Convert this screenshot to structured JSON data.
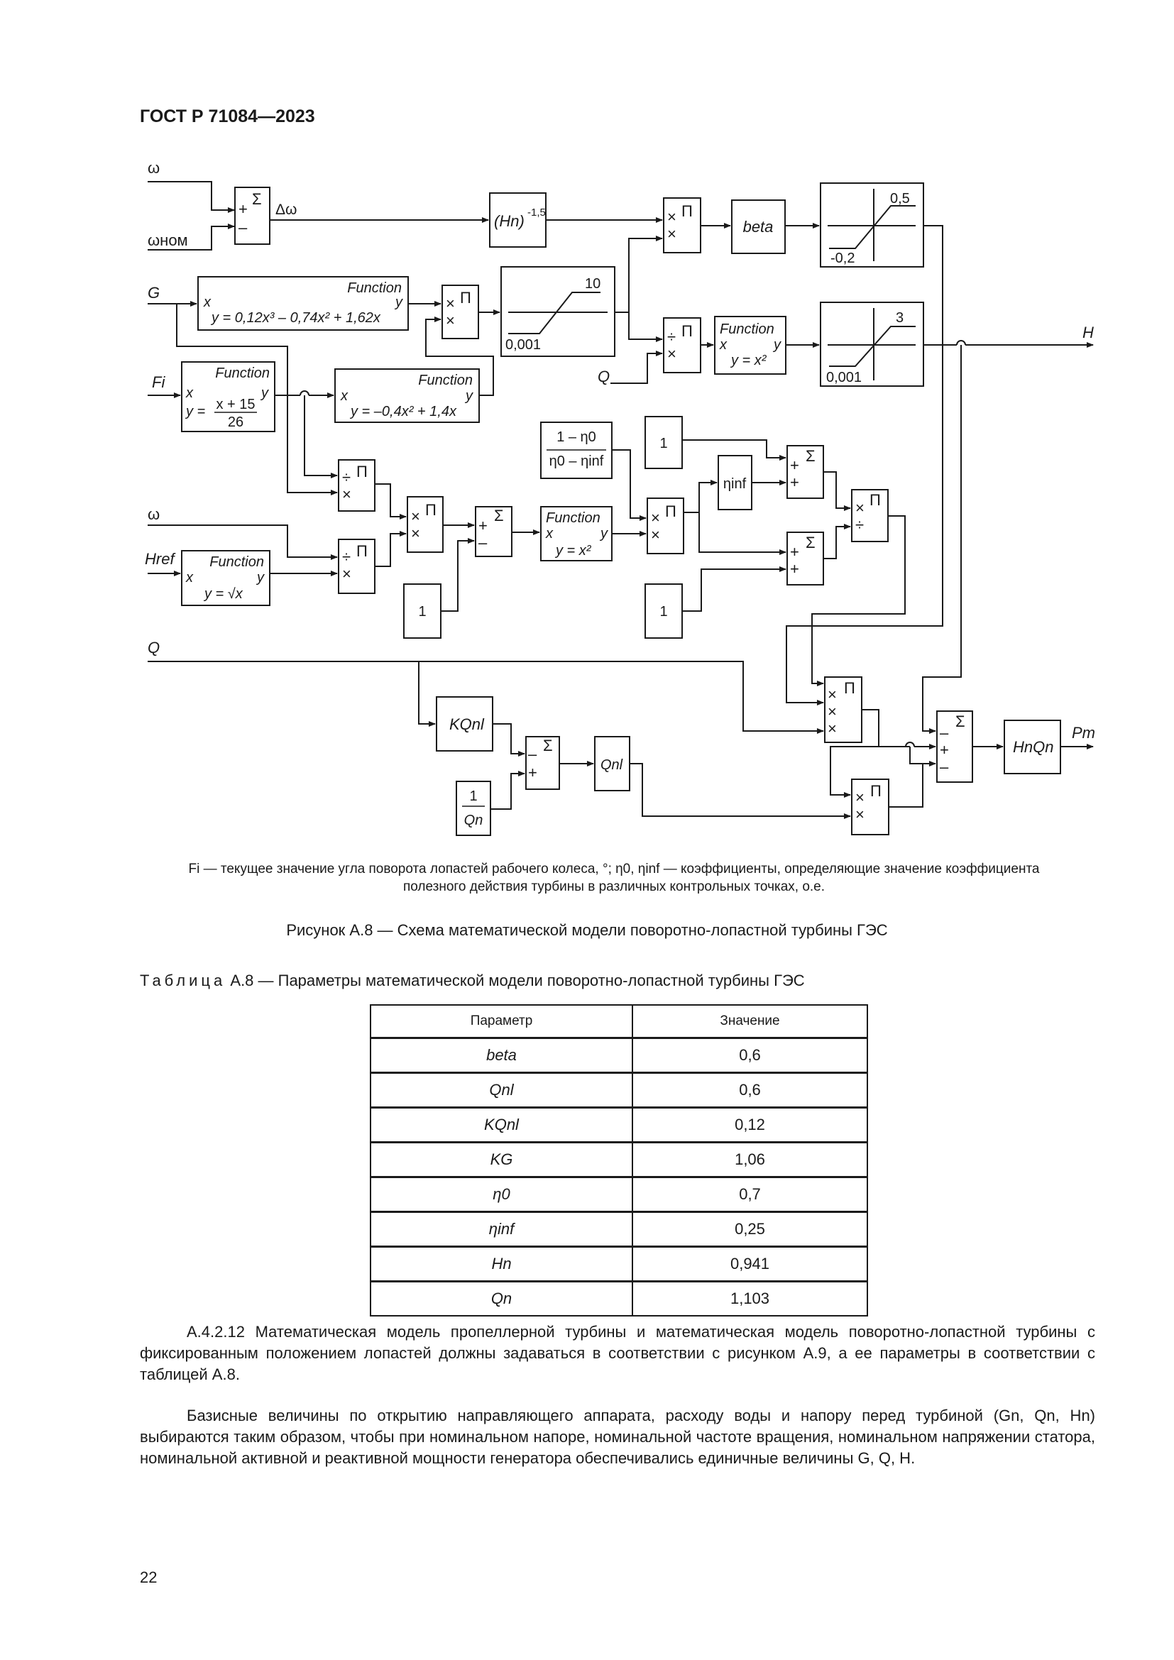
{
  "header": {
    "standard_code": "ГОСТ Р 71084—2023"
  },
  "diagram": {
    "inputs": {
      "omega": "ω",
      "omega_nom": "ωном",
      "G": "G",
      "Fi": "Fi",
      "Q_upper": "Q",
      "omega_lower": "ω",
      "Href": "Href",
      "Q_bottom": "Q"
    },
    "outputs": {
      "H": "H",
      "Pm": "Pm"
    },
    "signals": {
      "delta_omega": "Δω"
    },
    "sum_symbol": "Σ",
    "product_symbol": "Π",
    "blocks": {
      "hn_pow": {
        "base": "(Hn)",
        "exponent": "-1,5"
      },
      "beta": "beta",
      "function_label": "Function",
      "fn_poly3": "y = 0,12x³ – 0,74x² + 1,62x",
      "fn_fi": {
        "lhs": "y =",
        "num": "x + 15",
        "den": "26"
      },
      "fn_poly2": "y = –0,4x² + 1,4x",
      "fn_sq1": "y = x²",
      "fn_sq2": "y = x²",
      "fn_sqrt": "y = √x",
      "sat_beta": {
        "upper": "0,5",
        "lower": "-0,2"
      },
      "sat_g": {
        "upper": "10",
        "lower": "0,001"
      },
      "sat_h": {
        "upper": "3",
        "lower": "0,001"
      },
      "eta_frac": {
        "num": "1 – η0",
        "den": "η0 – ηinf"
      },
      "eta_inf": "ηinf",
      "const_one": "1",
      "k_qnl": "KQnl",
      "q_nl": "Qnl",
      "inv_qn": {
        "num": "1",
        "den": "Qn"
      },
      "hn_qn": "HnQn"
    }
  },
  "legend": "Fi — текущее значение угла поворота лопастей рабочего колеса, °; η0, ηinf — коэффициенты, определяющие значение коэффициента полезного действия турбины в различных контрольных точках, о.е.",
  "figure_caption": "Рисунок А.8 — Схема математической модели поворотно-лопастной турбины ГЭС",
  "table": {
    "caption_word": "Таблица",
    "caption_rest": "А.8 — Параметры математической модели поворотно-лопастной турбины ГЭС",
    "headers": [
      "Параметр",
      "Значение"
    ],
    "rows": [
      {
        "param": "beta",
        "value": "0,6"
      },
      {
        "param": "Qnl",
        "value": "0,6"
      },
      {
        "param": "KQnl",
        "value": "0,12"
      },
      {
        "param": "KG",
        "value": "1,06"
      },
      {
        "param": "η0",
        "value": "0,7"
      },
      {
        "param": "ηinf",
        "value": "0,25"
      },
      {
        "param": "Hn",
        "value": "0,941"
      },
      {
        "param": "Qn",
        "value": "1,103"
      }
    ]
  },
  "paragraphs": [
    "А.4.2.12 Математическая модель пропеллерной турбины и математическая модель поворотно-лопастной турбины с фиксированным положением лопастей должны задаваться в соответствии с рисунком А.9, а ее параметры в соответствии с таблицей А.8.",
    "Базисные величины по открытию направляющего аппарата, расходу воды и напору перед турбиной (Gn, Qn, Hn) выбираются таким образом, чтобы при номинальном напоре, номинальной частоте вращения, номинальном напряжении статора, номинальной активной и реактивной мощности генератора обеспечивались единичные величины G, Q, H."
  ],
  "page_number": "22"
}
